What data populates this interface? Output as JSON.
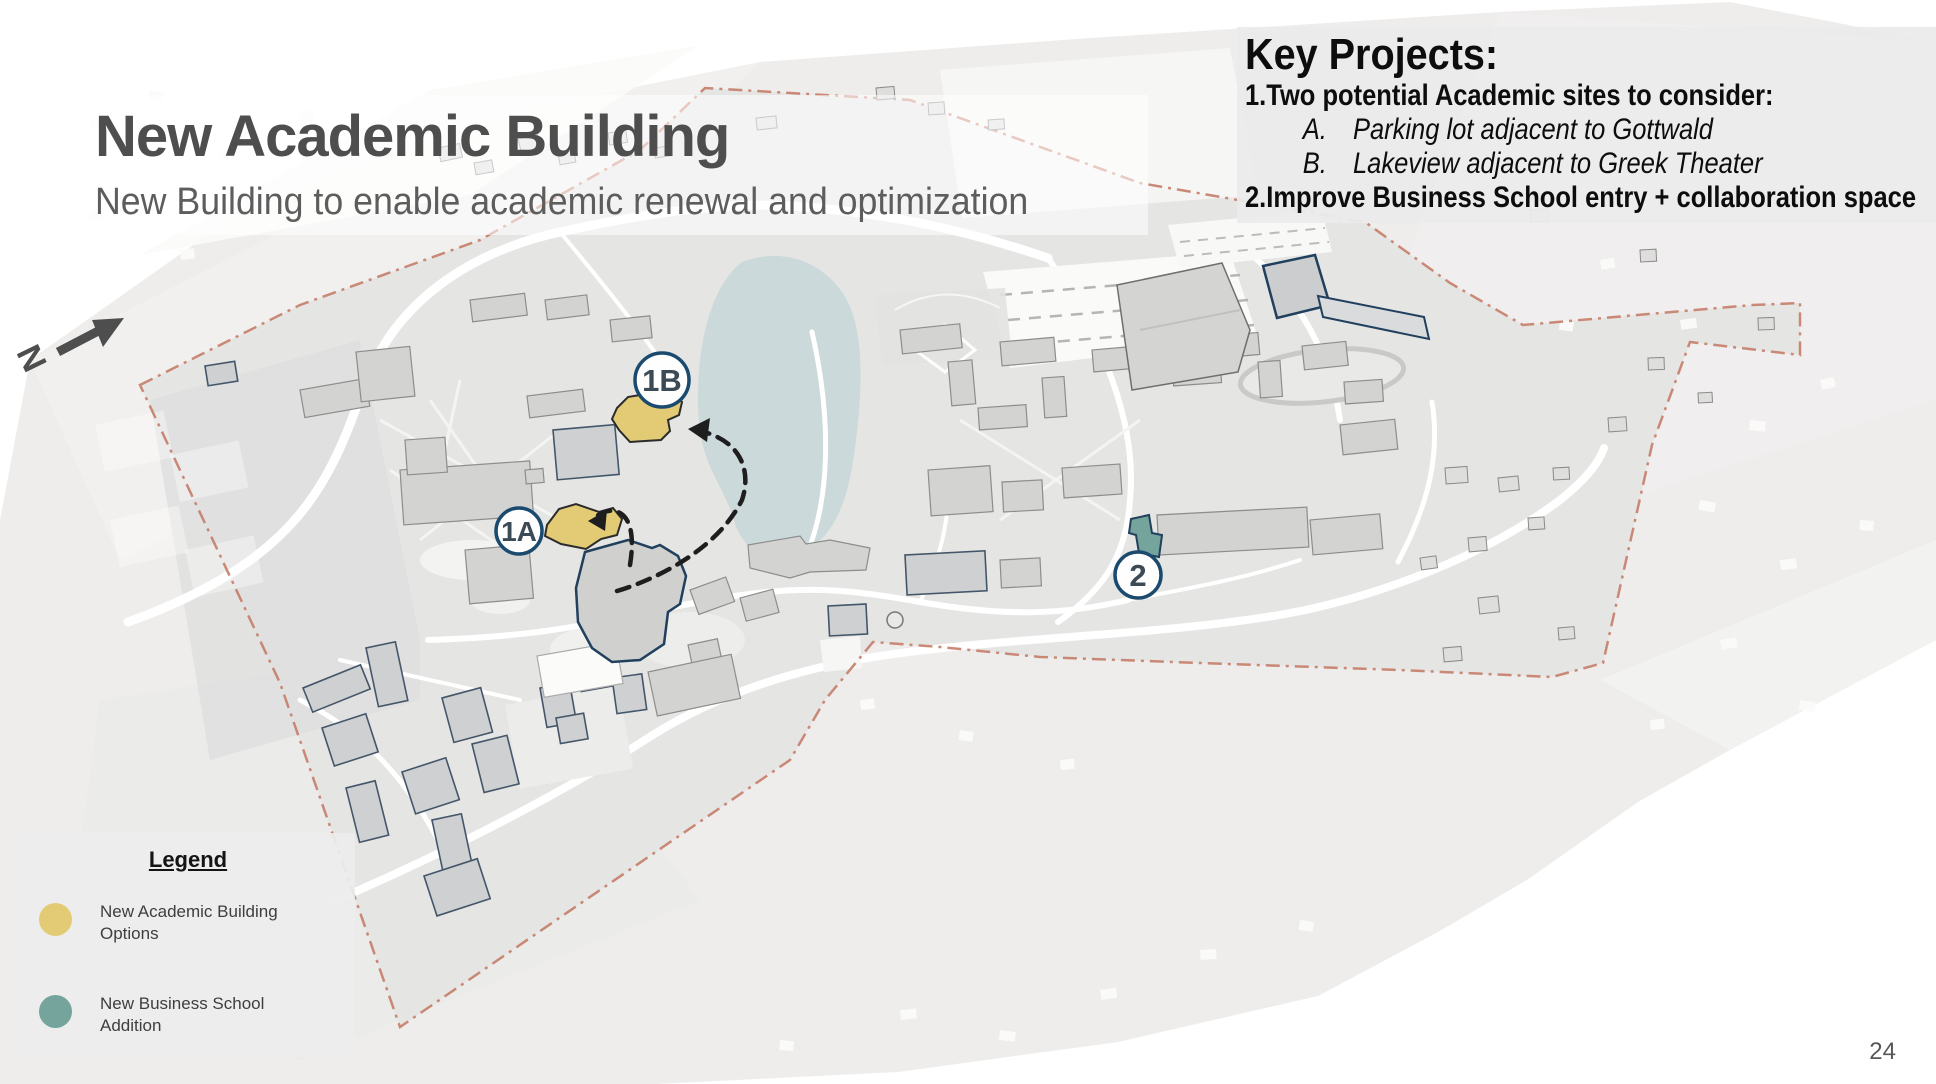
{
  "slide": {
    "title": "New Academic Building",
    "subtitle": "New Building to enable academic renewal and optimization",
    "page_number": "24"
  },
  "key_projects": {
    "heading": "Key Projects:",
    "item1": "1.Two potential Academic sites to consider:",
    "item1a_label": "A.",
    "item1a_text": "Parking lot adjacent to Gottwald",
    "item1b_label": "B.",
    "item1b_text": "Lakeview adjacent to Greek Theater",
    "item2": "2.Improve Business School entry + collaboration space"
  },
  "legend": {
    "title": "Legend",
    "items": [
      {
        "line1": "New Academic Building",
        "line2": "Options",
        "color": "#e2cb74"
      },
      {
        "line1": "New Business School",
        "line2": "Addition",
        "color": "#74a49c"
      }
    ]
  },
  "map": {
    "north_label": "N",
    "markers": [
      {
        "label": "1A"
      },
      {
        "label": "1B"
      },
      {
        "label": "2"
      }
    ],
    "colors": {
      "academic_option_fill": "#e2cb74",
      "business_addition_fill": "#74a49c",
      "marker_ring": "#1b4a6f",
      "campus_boundary": "#c57d69",
      "lake": "#cbd9da"
    }
  }
}
